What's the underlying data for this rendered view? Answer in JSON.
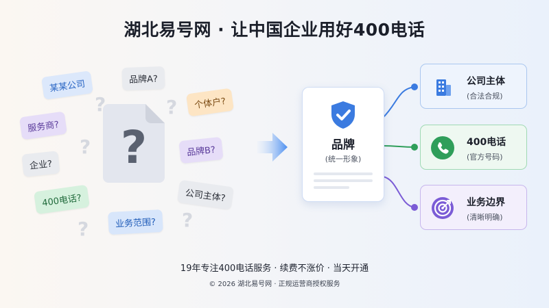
{
  "title": "湖北易号网 · 让中国企业用好400电话",
  "tags": [
    {
      "id": "company",
      "text": "某某公司",
      "color": "#2a66c4",
      "bg": "#dce8fb"
    },
    {
      "id": "brand-a",
      "text": "品牌A?",
      "color": "#2b2f38",
      "bg": "#e9ebef"
    },
    {
      "id": "individual",
      "text": "个体户?",
      "color": "#7a4a12",
      "bg": "#fde5c4"
    },
    {
      "id": "service-provider",
      "text": "服务商?",
      "color": "#5b3c9b",
      "bg": "#e6ddf8"
    },
    {
      "id": "enterprise",
      "text": "企业?",
      "color": "#2b2f38",
      "bg": "#e9ebef"
    },
    {
      "id": "brand-b",
      "text": "品牌B?",
      "color": "#5b3c9b",
      "bg": "#e6ddf8"
    },
    {
      "id": "phone",
      "text": "400电话?",
      "color": "#216b3c",
      "bg": "#d6f1de"
    },
    {
      "id": "entity",
      "text": "公司主体?",
      "color": "#2b2f38",
      "bg": "#e9ebef"
    },
    {
      "id": "scope",
      "text": "业务范围?",
      "color": "#1e5bb8",
      "bg": "#d8e6fb"
    }
  ],
  "question_icon": "question-document-icon",
  "brand": {
    "icon": "shield-check-icon",
    "title": "品牌",
    "subtitle": "(统一形象)"
  },
  "right_cards": [
    {
      "id": "entity",
      "icon": "building-icon",
      "title": "公司主体",
      "subtitle": "(合法合规)",
      "border": "#a9c6ef",
      "bg": "#eef4fd",
      "accent": "#3b7be0"
    },
    {
      "id": "phone",
      "icon": "phone-icon",
      "title": "400电话",
      "subtitle": "(官方号码)",
      "border": "#9fd9b3",
      "bg": "#eef8f1",
      "accent": "#2f9e5a"
    },
    {
      "id": "scope",
      "icon": "target-icon",
      "title": "业务边界",
      "subtitle": "(清晰明确)",
      "border": "#c6b5ec",
      "bg": "#f3effc",
      "accent": "#7b5cd6"
    }
  ],
  "footer": {
    "tagline": "19年专注400电话服务 · 续费不涨价 · 当天开通",
    "copyright": "© 2026 湖北易号网 · 正规运营商授权服务"
  }
}
